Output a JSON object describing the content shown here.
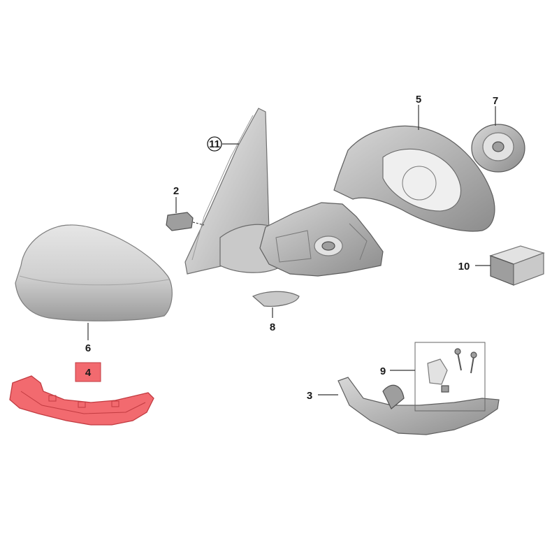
{
  "parts": [
    {
      "id": "p2",
      "number": "2"
    },
    {
      "id": "p3",
      "number": "3"
    },
    {
      "id": "p4",
      "number": "4",
      "highlight_color": "#f26a6f"
    },
    {
      "id": "p5",
      "number": "5"
    },
    {
      "id": "p6",
      "number": "6"
    },
    {
      "id": "p7",
      "number": "7"
    },
    {
      "id": "p8",
      "number": "8"
    },
    {
      "id": "p9",
      "number": "9"
    },
    {
      "id": "p10",
      "number": "10"
    },
    {
      "id": "p11",
      "number": "11"
    }
  ],
  "colors": {
    "highlight": "#f26a6f",
    "part_fill": "#c9c9c9",
    "label": "#1a1a1a"
  }
}
